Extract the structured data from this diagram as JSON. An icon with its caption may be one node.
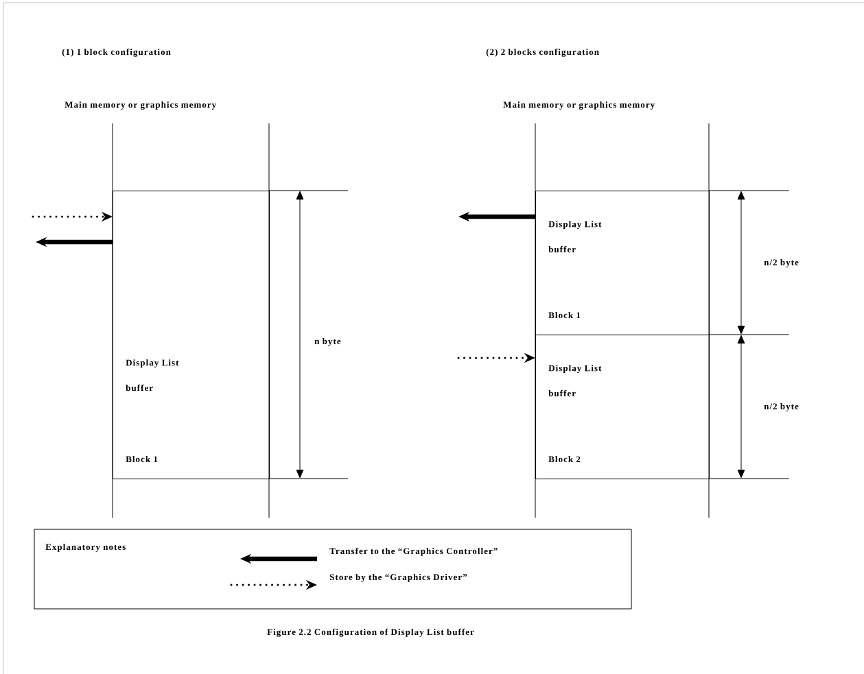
{
  "diagram": {
    "caption": "Figure 2.2 Configuration of Display List buffer",
    "nodes": [
      {
        "text": [
          "Display List buffer",
          "Block 1"
        ]
      },
      {
        "text": [
          "Display List buffer",
          "Block 1"
        ]
      },
      {
        "text": [
          "Display List buffer",
          "Block 2"
        ]
      }
    ],
    "edges": [
      {
        "from": null,
        "to": 0,
        "arrow": "to",
        "style": "dashed"
      },
      {
        "from": 0,
        "to": null,
        "arrow": "to",
        "style": "thick"
      },
      {
        "from": 1,
        "to": null,
        "arrow": "to",
        "style": "thick"
      },
      {
        "from": null,
        "to": 2,
        "arrow": "to",
        "style": "dashed"
      }
    ],
    "labels": [
      "(1) 1 block configuration",
      "(2) 2 blocks configuration",
      "Main memory or graphics memory",
      "Main memory or graphics memory",
      "n byte",
      "n/2 byte",
      "n/2 byte",
      "Explanatory notes"
    ],
    "legend": [
      {
        "text": "Transfer to the “Graphics Controller”"
      },
      {
        "text": "Store by the “Graphics Driver”"
      }
    ]
  }
}
